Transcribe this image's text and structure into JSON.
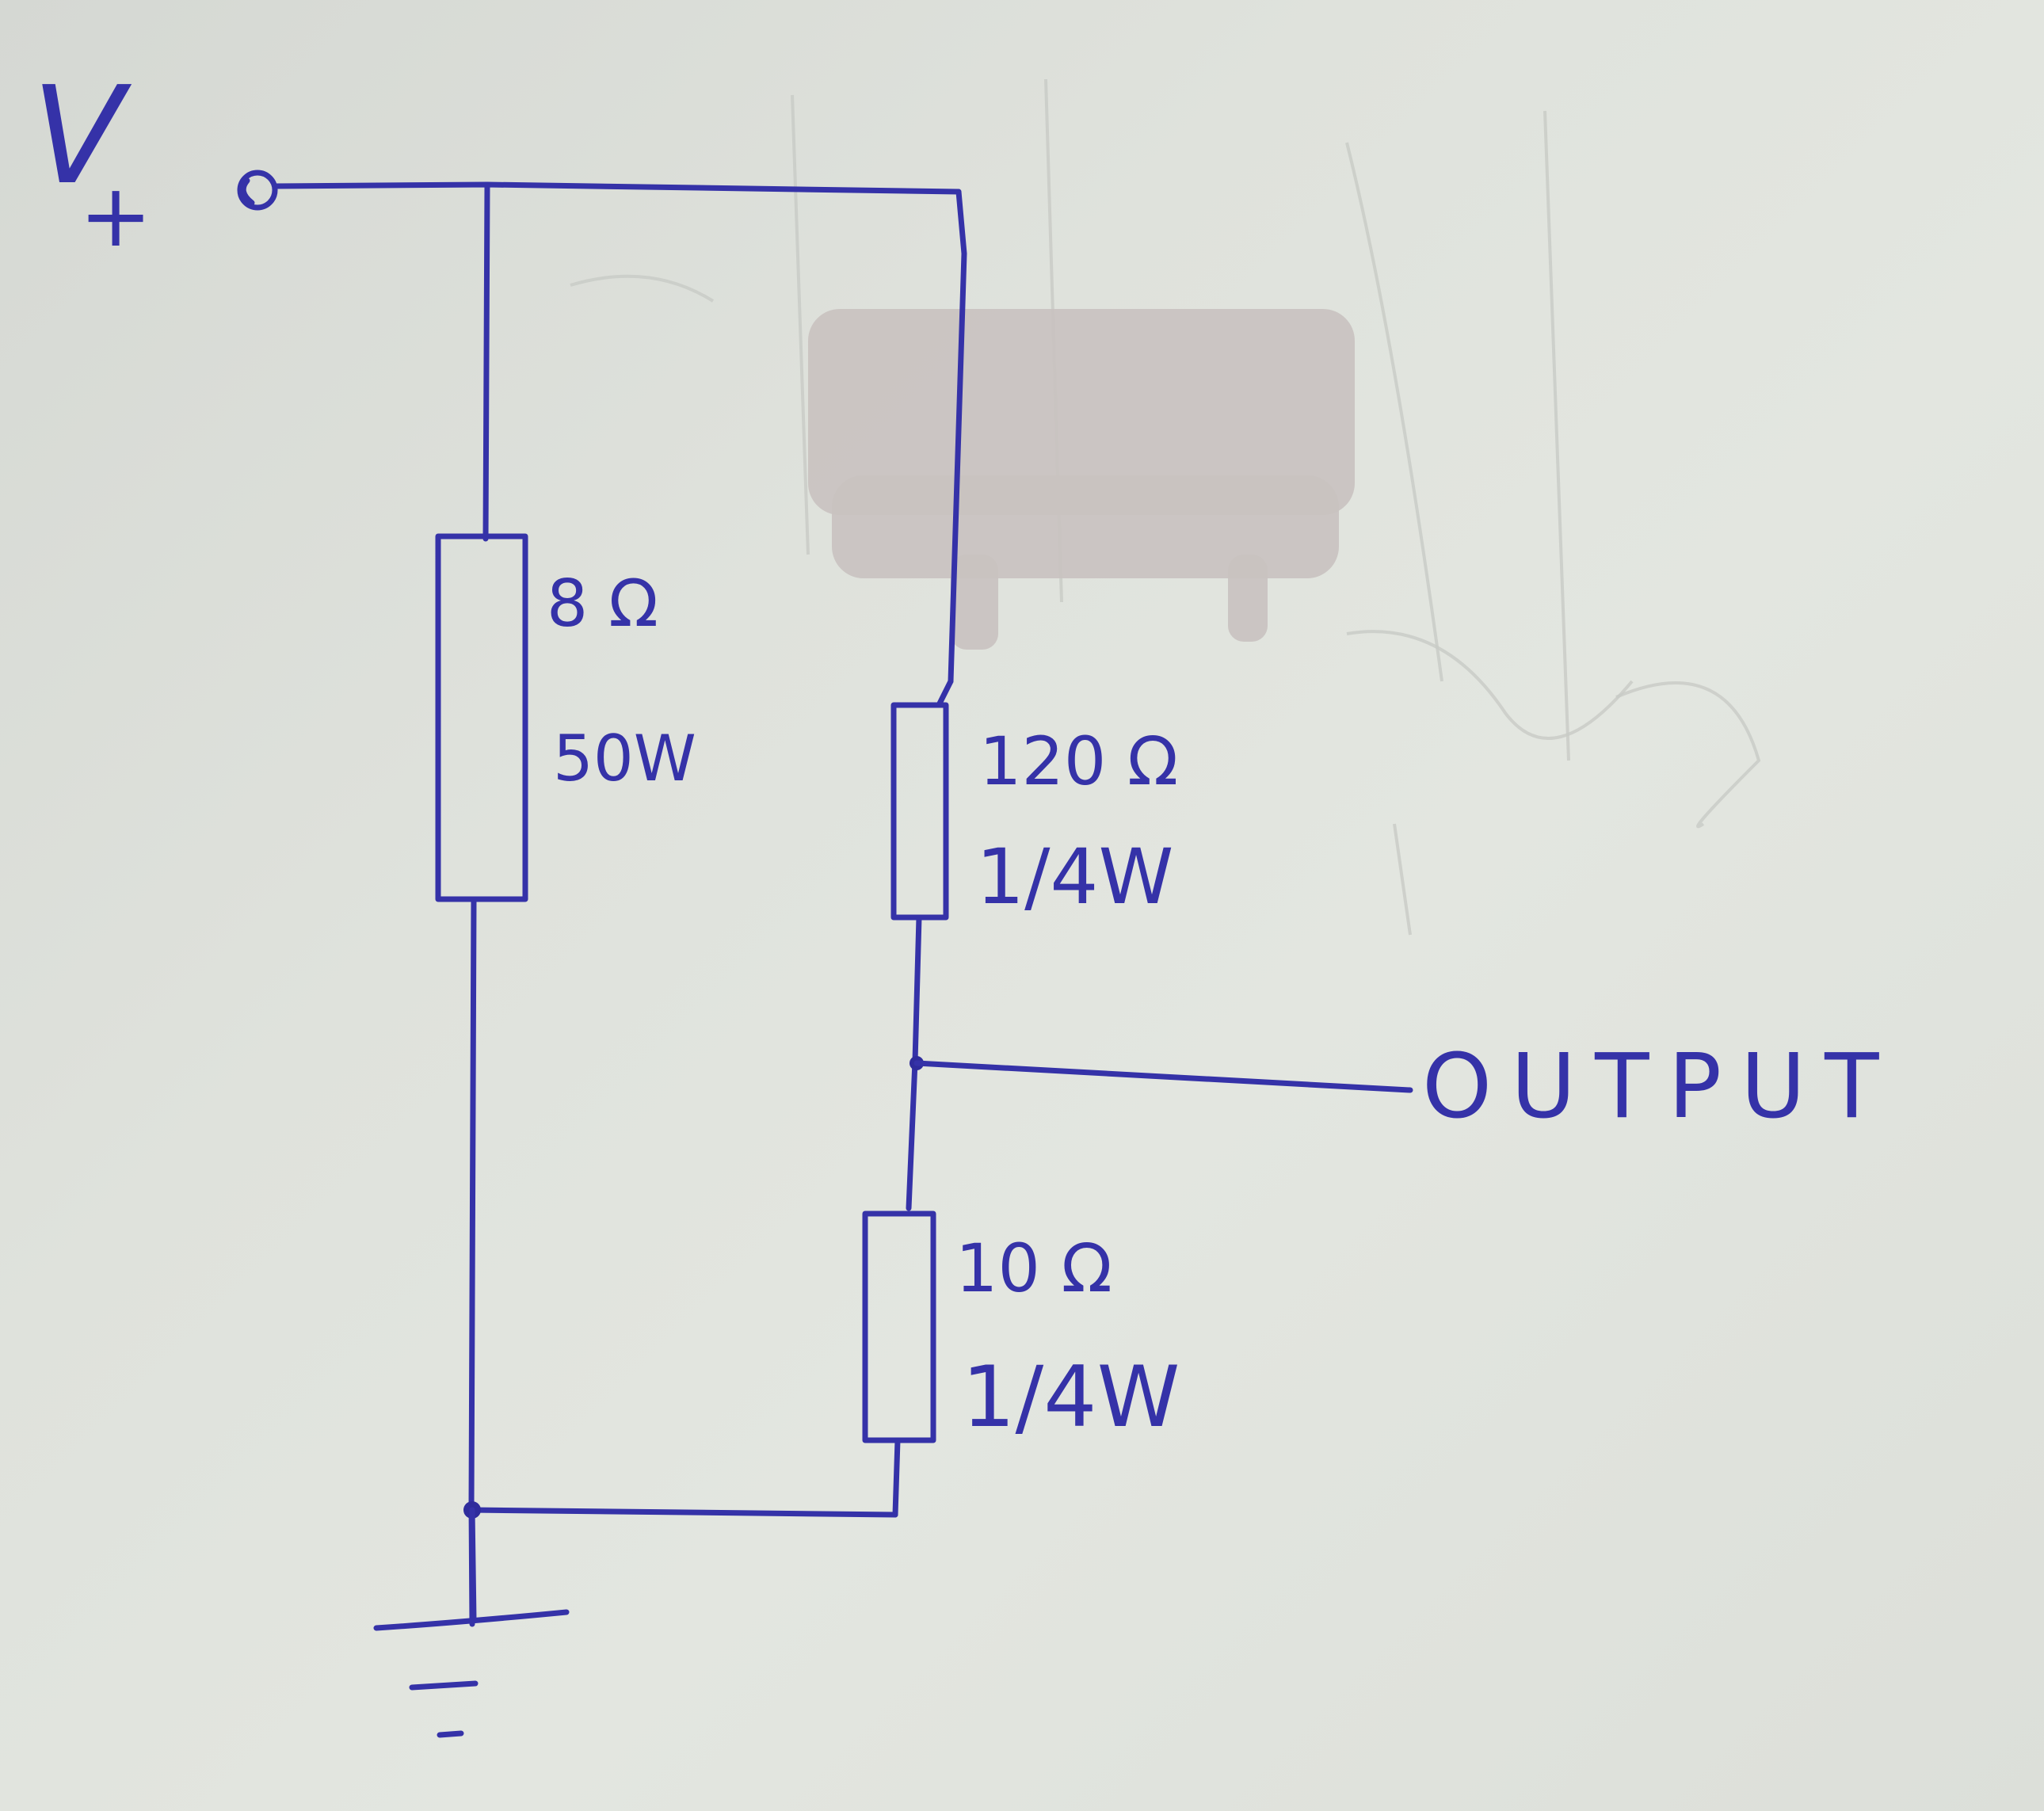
{
  "diagram": {
    "ink_color": "#3532a8",
    "supply": {
      "label": "V",
      "sign": "+"
    },
    "resistors": [
      {
        "id": "R1",
        "resistance": "8 Ω",
        "power": "50W"
      },
      {
        "id": "R2",
        "resistance": "120 Ω",
        "power": "1/4W"
      },
      {
        "id": "R3",
        "resistance": "10 Ω",
        "power": "1/4W"
      }
    ],
    "output_label": "OUTPUT",
    "ground_symbol": "ground-icon"
  }
}
